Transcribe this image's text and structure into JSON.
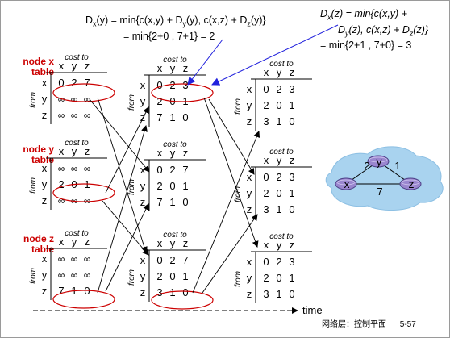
{
  "formula_y": {
    "line1": "Dₓ(y) = min{c(x,y) + D",
    "line1_sub": "y",
    "line1_tail": "(y), c(x,z) + D",
    "line1_sub2": "z",
    "line1_end": "(y)}",
    "line2": "= min{2+0 , 7+1} = 2"
  },
  "formula_z": {
    "line1": "Dₓ(z) = min{c(x,y) +",
    "line2": "D_y(z), c(x,z) + D_z(z)}",
    "line3": "= min{2+1 , 7+0} = 3"
  },
  "headers": {
    "cost_to": "cost to",
    "from": "from",
    "cols": [
      "x",
      "y",
      "z"
    ],
    "rows": [
      "x",
      "y",
      "z"
    ]
  },
  "node_labels": [
    {
      "line1": "node x",
      "line2": "table"
    },
    {
      "line1": "node y",
      "line2": "table"
    },
    {
      "line1": "node z",
      "line2": "table"
    }
  ],
  "tables": {
    "t0_x": [
      [
        "0",
        "2",
        "7"
      ],
      [
        "∞",
        "∞",
        "∞"
      ],
      [
        "∞",
        "∞",
        "∞"
      ]
    ],
    "t0_y": [
      [
        "∞",
        "∞",
        "∞"
      ],
      [
        "2",
        "0",
        "1"
      ],
      [
        "∞",
        "∞",
        "∞"
      ]
    ],
    "t0_z": [
      [
        "∞",
        "∞",
        "∞"
      ],
      [
        "∞",
        "∞",
        "∞"
      ],
      [
        "7",
        "1",
        "0"
      ]
    ],
    "t1_x": [
      [
        "0",
        "2",
        "3"
      ],
      [
        "2",
        "0",
        "1"
      ],
      [
        "7",
        "1",
        "0"
      ]
    ],
    "t1_y": [
      [
        "0",
        "2",
        "7"
      ],
      [
        "2",
        "0",
        "1"
      ],
      [
        "7",
        "1",
        "0"
      ]
    ],
    "t1_z": [
      [
        "0",
        "2",
        "7"
      ],
      [
        "2",
        "0",
        "1"
      ],
      [
        "3",
        "1",
        "0"
      ]
    ],
    "t2_x": [
      [
        "0",
        "2",
        "3"
      ],
      [
        "2",
        "0",
        "1"
      ],
      [
        "3",
        "1",
        "0"
      ]
    ],
    "t2_y": [
      [
        "0",
        "2",
        "3"
      ],
      [
        "2",
        "0",
        "1"
      ],
      [
        "3",
        "1",
        "0"
      ]
    ],
    "t2_z": [
      [
        "0",
        "2",
        "3"
      ],
      [
        "2",
        "0",
        "1"
      ],
      [
        "3",
        "1",
        "0"
      ]
    ]
  },
  "graph": {
    "nodes": [
      "x",
      "y",
      "z"
    ],
    "edges": [
      {
        "from": "x",
        "to": "y",
        "cost": "2"
      },
      {
        "from": "y",
        "to": "z",
        "cost": "1"
      },
      {
        "from": "x",
        "to": "z",
        "cost": "7"
      }
    ]
  },
  "time_label": "time",
  "footer": {
    "text": "网络层：控制平面",
    "page": "5-57"
  },
  "colors": {
    "node_label": "#cc0000",
    "circle": "#cc0000",
    "pointer": "#2222dd",
    "cloud": "#a9d3ef",
    "node_fill": "#9a86cf"
  }
}
